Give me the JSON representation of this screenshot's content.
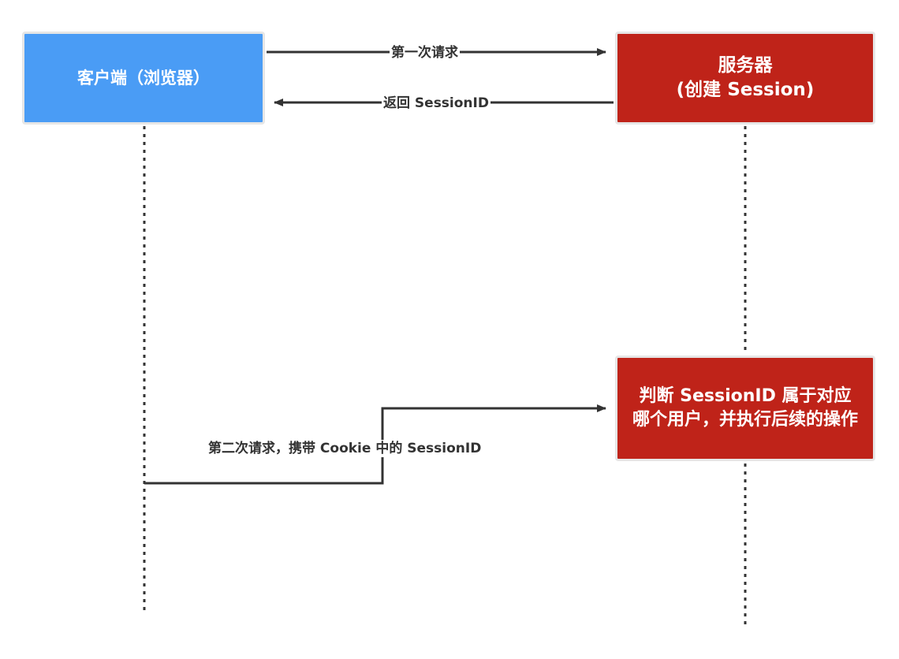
{
  "nodes": {
    "client": {
      "label": "客户端（浏览器）"
    },
    "server": {
      "line1": "服务器",
      "line2": "(创建 Session)"
    },
    "judge": {
      "label": "判断 SessionID 属于对应哪个用户，并执行后续的操作"
    }
  },
  "edges": {
    "first_request": {
      "label": "第一次请求"
    },
    "return_session": {
      "label": "返回 SessionID"
    },
    "second_request": {
      "label": "第二次请求，携带 Cookie 中的 SessionID"
    }
  },
  "colors": {
    "client_fill": "#4a9cf5",
    "server_fill": "#bf2319",
    "line": "#333333"
  }
}
